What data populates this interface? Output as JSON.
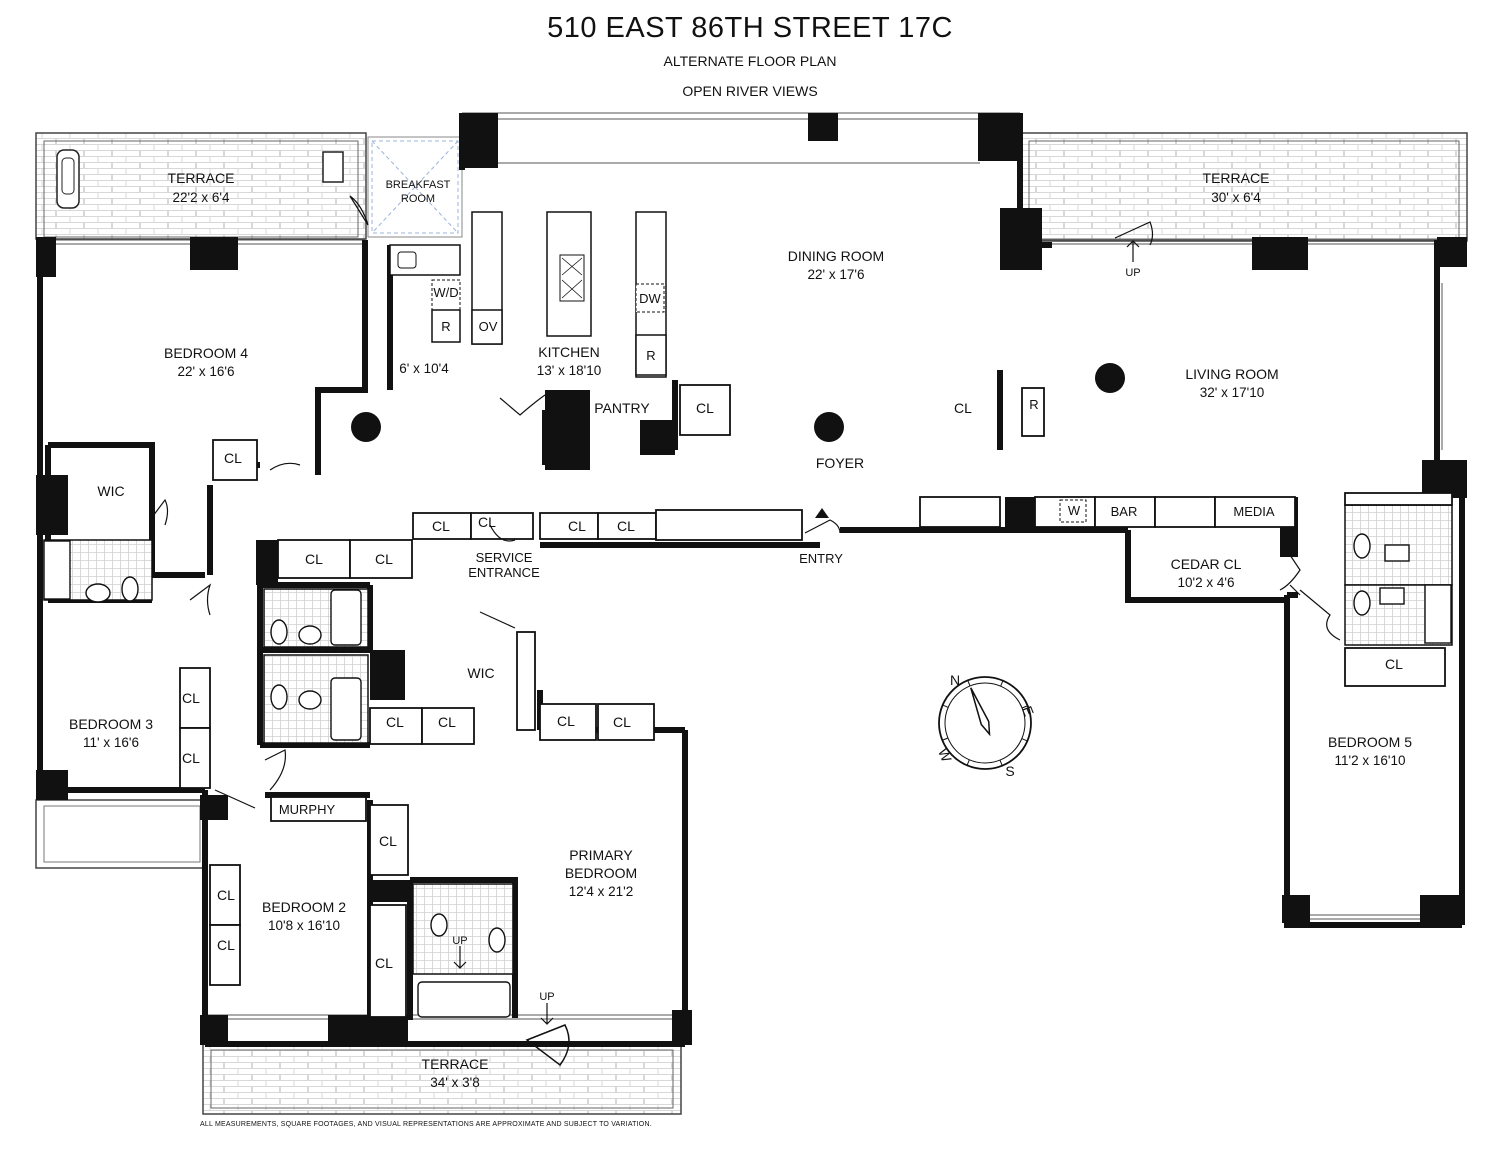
{
  "title": "510 EAST 86TH STREET 17C",
  "subtitle": "ALTERNATE FLOOR PLAN",
  "views_label": "OPEN RIVER VIEWS",
  "disclaimer": "ALL MEASUREMENTS, SQUARE FOOTAGES, AND VISUAL REPRESENTATIONS ARE APPROXIMATE AND SUBJECT TO VARIATION.",
  "rooms": {
    "terrace_nw": {
      "name": "TERRACE",
      "dims": "22'2 x 6'4"
    },
    "terrace_ne": {
      "name": "TERRACE",
      "dims": "30' x 6'4"
    },
    "terrace_s": {
      "name": "TERRACE",
      "dims": "34' x 3'8"
    },
    "breakfast": {
      "line1": "BREAKFAST",
      "line2": "ROOM"
    },
    "dining": {
      "name": "DINING ROOM",
      "dims": "22' x 17'6"
    },
    "kitchen": {
      "name": "KITCHEN",
      "dims": "13' x 18'10"
    },
    "laundry": {
      "dims": "6' x 10'4"
    },
    "living": {
      "name": "LIVING ROOM",
      "dims": "32' x 17'10"
    },
    "bedroom4": {
      "name": "BEDROOM 4",
      "dims": "22' x 16'6"
    },
    "bedroom3": {
      "name": "BEDROOM 3",
      "dims": "11' x 16'6"
    },
    "bedroom2": {
      "name": "BEDROOM 2",
      "dims": "10'8 x 16'10"
    },
    "bedroom5": {
      "name": "BEDROOM 5",
      "dims": "11'2 x 16'10"
    },
    "primary": {
      "line1": "PRIMARY",
      "line2": "BEDROOM",
      "dims": "12'4 x 21'2"
    },
    "cedar": {
      "name": "CEDAR CL",
      "dims": "10'2 x 4'6"
    },
    "foyer": {
      "name": "FOYER"
    },
    "pantry": {
      "name": "PANTRY"
    },
    "service": {
      "line1": "SERVICE",
      "line2": "ENTRANCE"
    },
    "entry": {
      "name": "ENTRY"
    },
    "wic": {
      "name": "WIC"
    }
  },
  "labels": {
    "closet": "CL",
    "washer_dryer": "W/D",
    "refrigerator": "R",
    "oven": "OV",
    "dishwasher": "DW",
    "wine": "W",
    "bar": "BAR",
    "media": "MEDIA",
    "murphy": "MURPHY",
    "up": "UP"
  },
  "compass": {
    "n": "N",
    "e": "E",
    "s": "S",
    "w": "W"
  }
}
